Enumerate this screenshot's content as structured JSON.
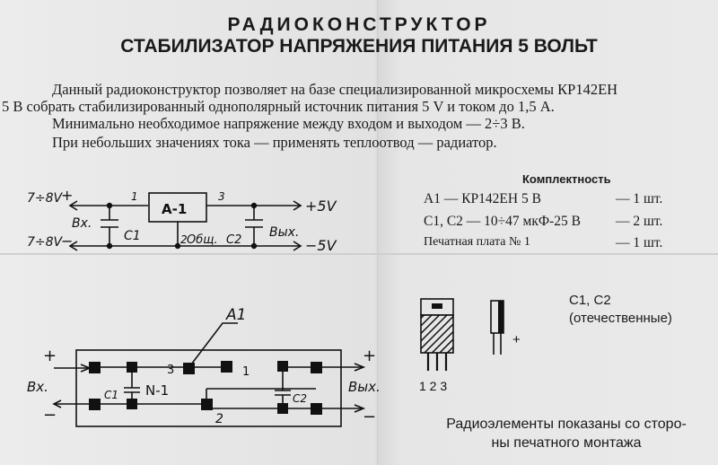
{
  "header": {
    "title": "РАДИОКОНСТРУКТОР",
    "subtitle": "СТАБИЛИЗАТОР НАПРЯЖЕНИЯ ПИТАНИЯ 5 ВОЛЬТ"
  },
  "intro": [
    "Данный радиоконструктор позволяет на базе специализированной микросхемы КР142ЕН",
    "5 В собрать стабилизированный однополярный источник питания 5 V и током до 1,5 А.",
    "Минимально необходимое напряжение между входом и выходом — 2÷3 В.",
    "При небольших значениях тока — применять теплоотвод — радиатор."
  ],
  "kit": {
    "title": "Комплектность",
    "items": [
      {
        "name": "А1 — КР142ЕН 5 В",
        "qty": "— 1 шт."
      },
      {
        "name": "С1, С2 — 10÷47 мкФ-25 В",
        "qty": "— 2 шт."
      },
      {
        "name": "Печатная плата № 1",
        "qty": "— 1 шт."
      }
    ]
  },
  "schematic": {
    "in_plus": "7÷8V",
    "plus_sign": "+",
    "in_minus": "7÷8V",
    "minus_sign": "−",
    "chip": "А-1",
    "pin1": "1",
    "pin2": "2",
    "pin3": "3",
    "out_plus": "+5V",
    "out_minus": "−5V",
    "vx": "Вх.",
    "c1": "С1",
    "common": "Общ.",
    "c2": "С2",
    "vyx": "Вых."
  },
  "board": {
    "a1": "А1",
    "plus_left": "+",
    "minus_left": "−",
    "vx": "Вх.",
    "pin3": "3",
    "pin1": "1",
    "pin2": "2",
    "c1": "С1",
    "n1": "N-1",
    "c2": "С2",
    "plus_right": "+",
    "minus_right": "−",
    "vyx": "Вых."
  },
  "components": {
    "pins": "1 2 3",
    "cap_plus": "+",
    "cap_label": "С1, С2",
    "cap_note": "(отечественные)"
  },
  "note": {
    "line1": "Радиоэлементы показаны со сторо-",
    "line2": "ны печатного монтажа"
  }
}
